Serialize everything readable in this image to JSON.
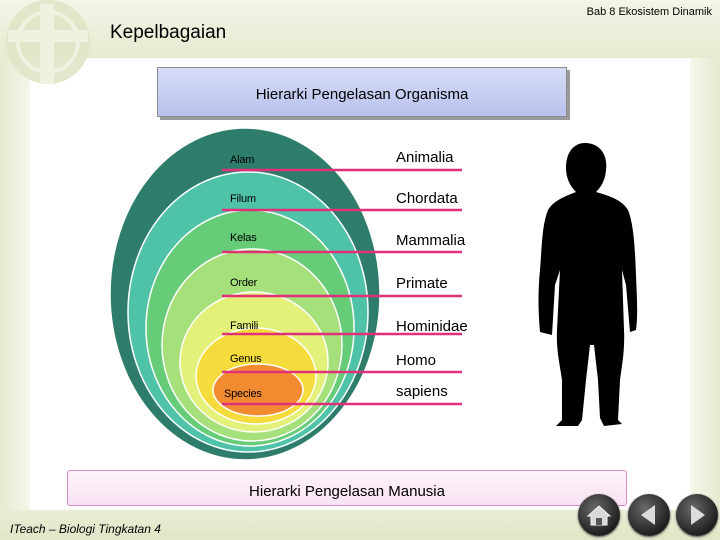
{
  "header": {
    "chapter": "Bab 8 Ekosistem Dinamik",
    "title": "Kepelbagaian"
  },
  "diagram": {
    "heading": "Hierarki Pengelasan Organisma",
    "caption": "Hierarki Pengelasan Manusia",
    "levels": [
      {
        "rank": "Alam",
        "taxon": "Animalia",
        "color": "#2e7d6b"
      },
      {
        "rank": "Filum",
        "taxon": "Chordata",
        "color": "#4ec3a8"
      },
      {
        "rank": "Kelas",
        "taxon": "Mammalia",
        "color": "#66cc77"
      },
      {
        "rank": "Order",
        "taxon": "Primate",
        "color": "#a6e07a"
      },
      {
        "rank": "Famili",
        "taxon": "Hominidae",
        "color": "#e3f07a"
      },
      {
        "rank": "Genus",
        "taxon": "Homo",
        "color": "#f5dc3c"
      },
      {
        "rank": "Species",
        "taxon": "sapiens",
        "color": "#f28b30"
      }
    ],
    "line_color": "#e0307a"
  },
  "footer": {
    "text": "ITeach – Biologi Tingkatan 4"
  },
  "nav": {
    "home": "home-icon",
    "prev": "previous-arrow-icon",
    "next": "next-arrow-icon"
  }
}
